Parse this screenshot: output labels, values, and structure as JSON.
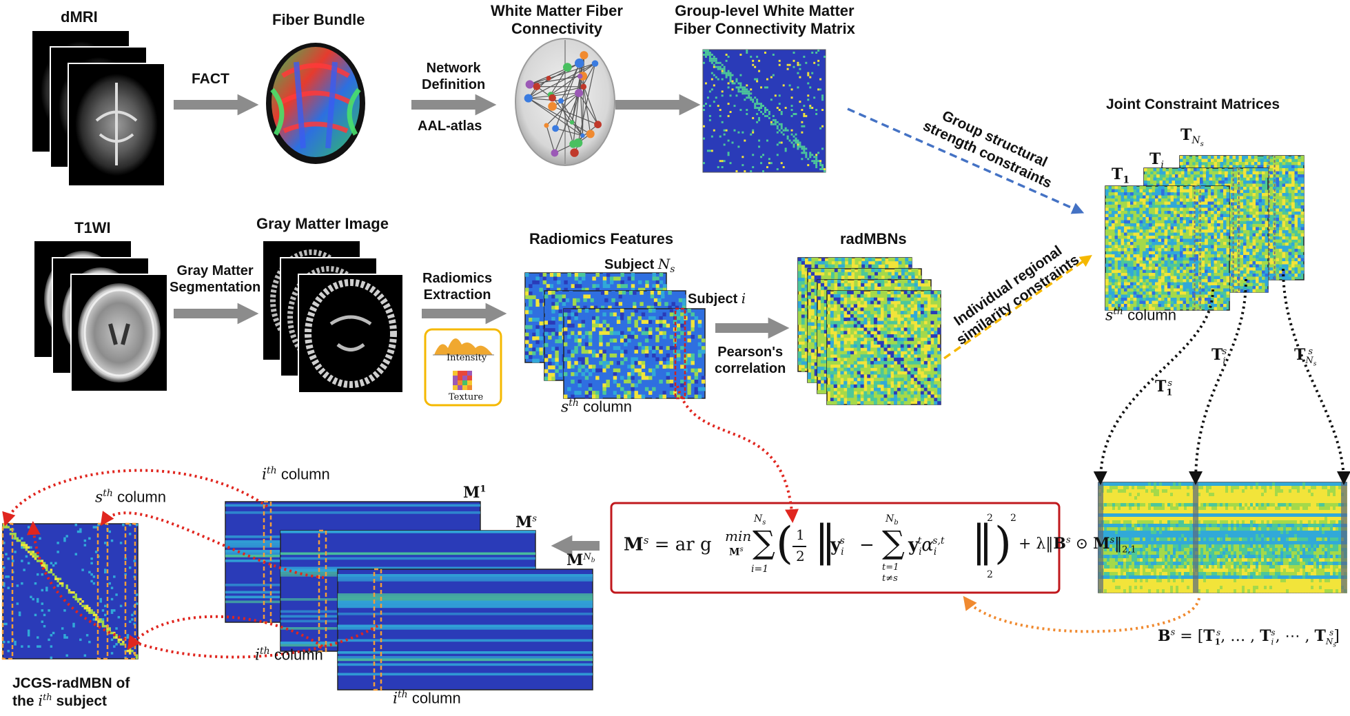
{
  "labels": {
    "dmri": "dMRI",
    "fiber_bundle": "Fiber Bundle",
    "wm_conn_1": "White Matter Fiber",
    "wm_conn_2": "Connectivity",
    "group_matrix_1": "Group-level White Matter",
    "group_matrix_2": "Fiber Connectivity Matrix",
    "fact": "FACT",
    "network_def_1": "Network",
    "network_def_2": "Definition",
    "aal_atlas": "AAL-atlas",
    "group_constraint_1": "Group structural",
    "group_constraint_2": "strength constraints",
    "joint_constraint": "Joint Constraint Matrices",
    "t1wi": "T1WI",
    "gm_image": "Gray Matter Image",
    "gm_seg_1": "Gray Matter",
    "gm_seg_2": "Segmentation",
    "radiomics_extraction_1": "Radiomics",
    "radiomics_extraction_2": "Extraction",
    "intensity": "Intensity",
    "texture": "Texture",
    "radiomics_features": "Radiomics Features",
    "subject_ns": "Subject ",
    "subject_ns_sym": "N",
    "subject_ns_sub": "s",
    "subject_i": "Subject ",
    "subject_i_sym": "i",
    "sth_column": " column",
    "s_sym": "s",
    "th_sup": "th",
    "pearson_1": "Pearson's",
    "pearson_2": "correlation",
    "radmbns": "radMBNs",
    "individual_constraint_1": "Individual regional",
    "individual_constraint_2": "similarity  constraints",
    "ith_column": " column",
    "i_sym": "i",
    "jcgs_1": "JCGS-radMBN of",
    "jcgs_2_pre": "the ",
    "jcgs_2_post": " subject",
    "m1": "M",
    "m1_sup": "1",
    "ms": "M",
    "ms_sup": "s",
    "mnb": "M",
    "mnb_sup": "N",
    "mnb_sub": "b",
    "t1": "T",
    "t1_sub": "1",
    "ti": "T",
    "ti_sub": "i",
    "tns": "T",
    "tns_sub": "N",
    "tns_subsub": "s"
  },
  "equation": {
    "lhs": "M",
    "lhs_sup": "s",
    "argmin": "= ar g",
    "min": "min",
    "min_sub": "M",
    "min_subsup": "s",
    "sum_top": "N",
    "sum_top_sub": "s",
    "sum_bot": "i=1",
    "half_num": "1",
    "half_den": "2",
    "y": "y",
    "y_sub": "i",
    "y_sup": "s",
    "minus": "−",
    "sum2_top": "N",
    "sum2_top_sub": "b",
    "sum2_bot1": "t=1",
    "sum2_bot2": "t≠s",
    "yt": "y",
    "yt_sub": "i",
    "yt_sup": "t",
    "alpha": "α",
    "alpha_sub": "i",
    "alpha_sup": "s,t",
    "sq": "2",
    "norm_sub": "2",
    "reg": "+ λ‖",
    "b": "B",
    "b_sup": "s",
    "odot": " ⊙ ",
    "m": "M",
    "m_sup": "s",
    "reg_end": "‖",
    "reg_sub": "2,1"
  },
  "bs_eq": {
    "lhs": "B",
    "lhs_sup": "s",
    "eq": " = [",
    "t1": "T",
    "t1_sub": "1",
    "t1_sup": "s",
    "dots1": ", … , ",
    "ti": "T",
    "ti_sub": "i",
    "ti_sup": "s",
    "dots2": ", ⋯ , ",
    "tn": "T",
    "tn_sub": "N",
    "tn_subsub": "s",
    "tn_sup": "s",
    "close": "]"
  },
  "arrow_labels": {
    "t1s": "T",
    "t1s_sub": "1",
    "t1s_sup": "s",
    "tis": "T",
    "tis_sub": "i",
    "tis_sup": "s",
    "tns": "T",
    "tns_sub": "N",
    "tns_subsub": "s",
    "tns_sup": "s"
  },
  "colors": {
    "arrow_gray": "#8c8c8c",
    "blue_dashed": "#4472c4",
    "yellow_dashed": "#f5b800",
    "red_dotted": "#e0261f",
    "orange_dotted": "#f08a30",
    "black_dotted": "#111111",
    "eq_box": "#c0181d",
    "matrix_bg": "#2a3bb8",
    "matrix_hot": "#f2e43a",
    "orange_col": "#f29d38"
  }
}
